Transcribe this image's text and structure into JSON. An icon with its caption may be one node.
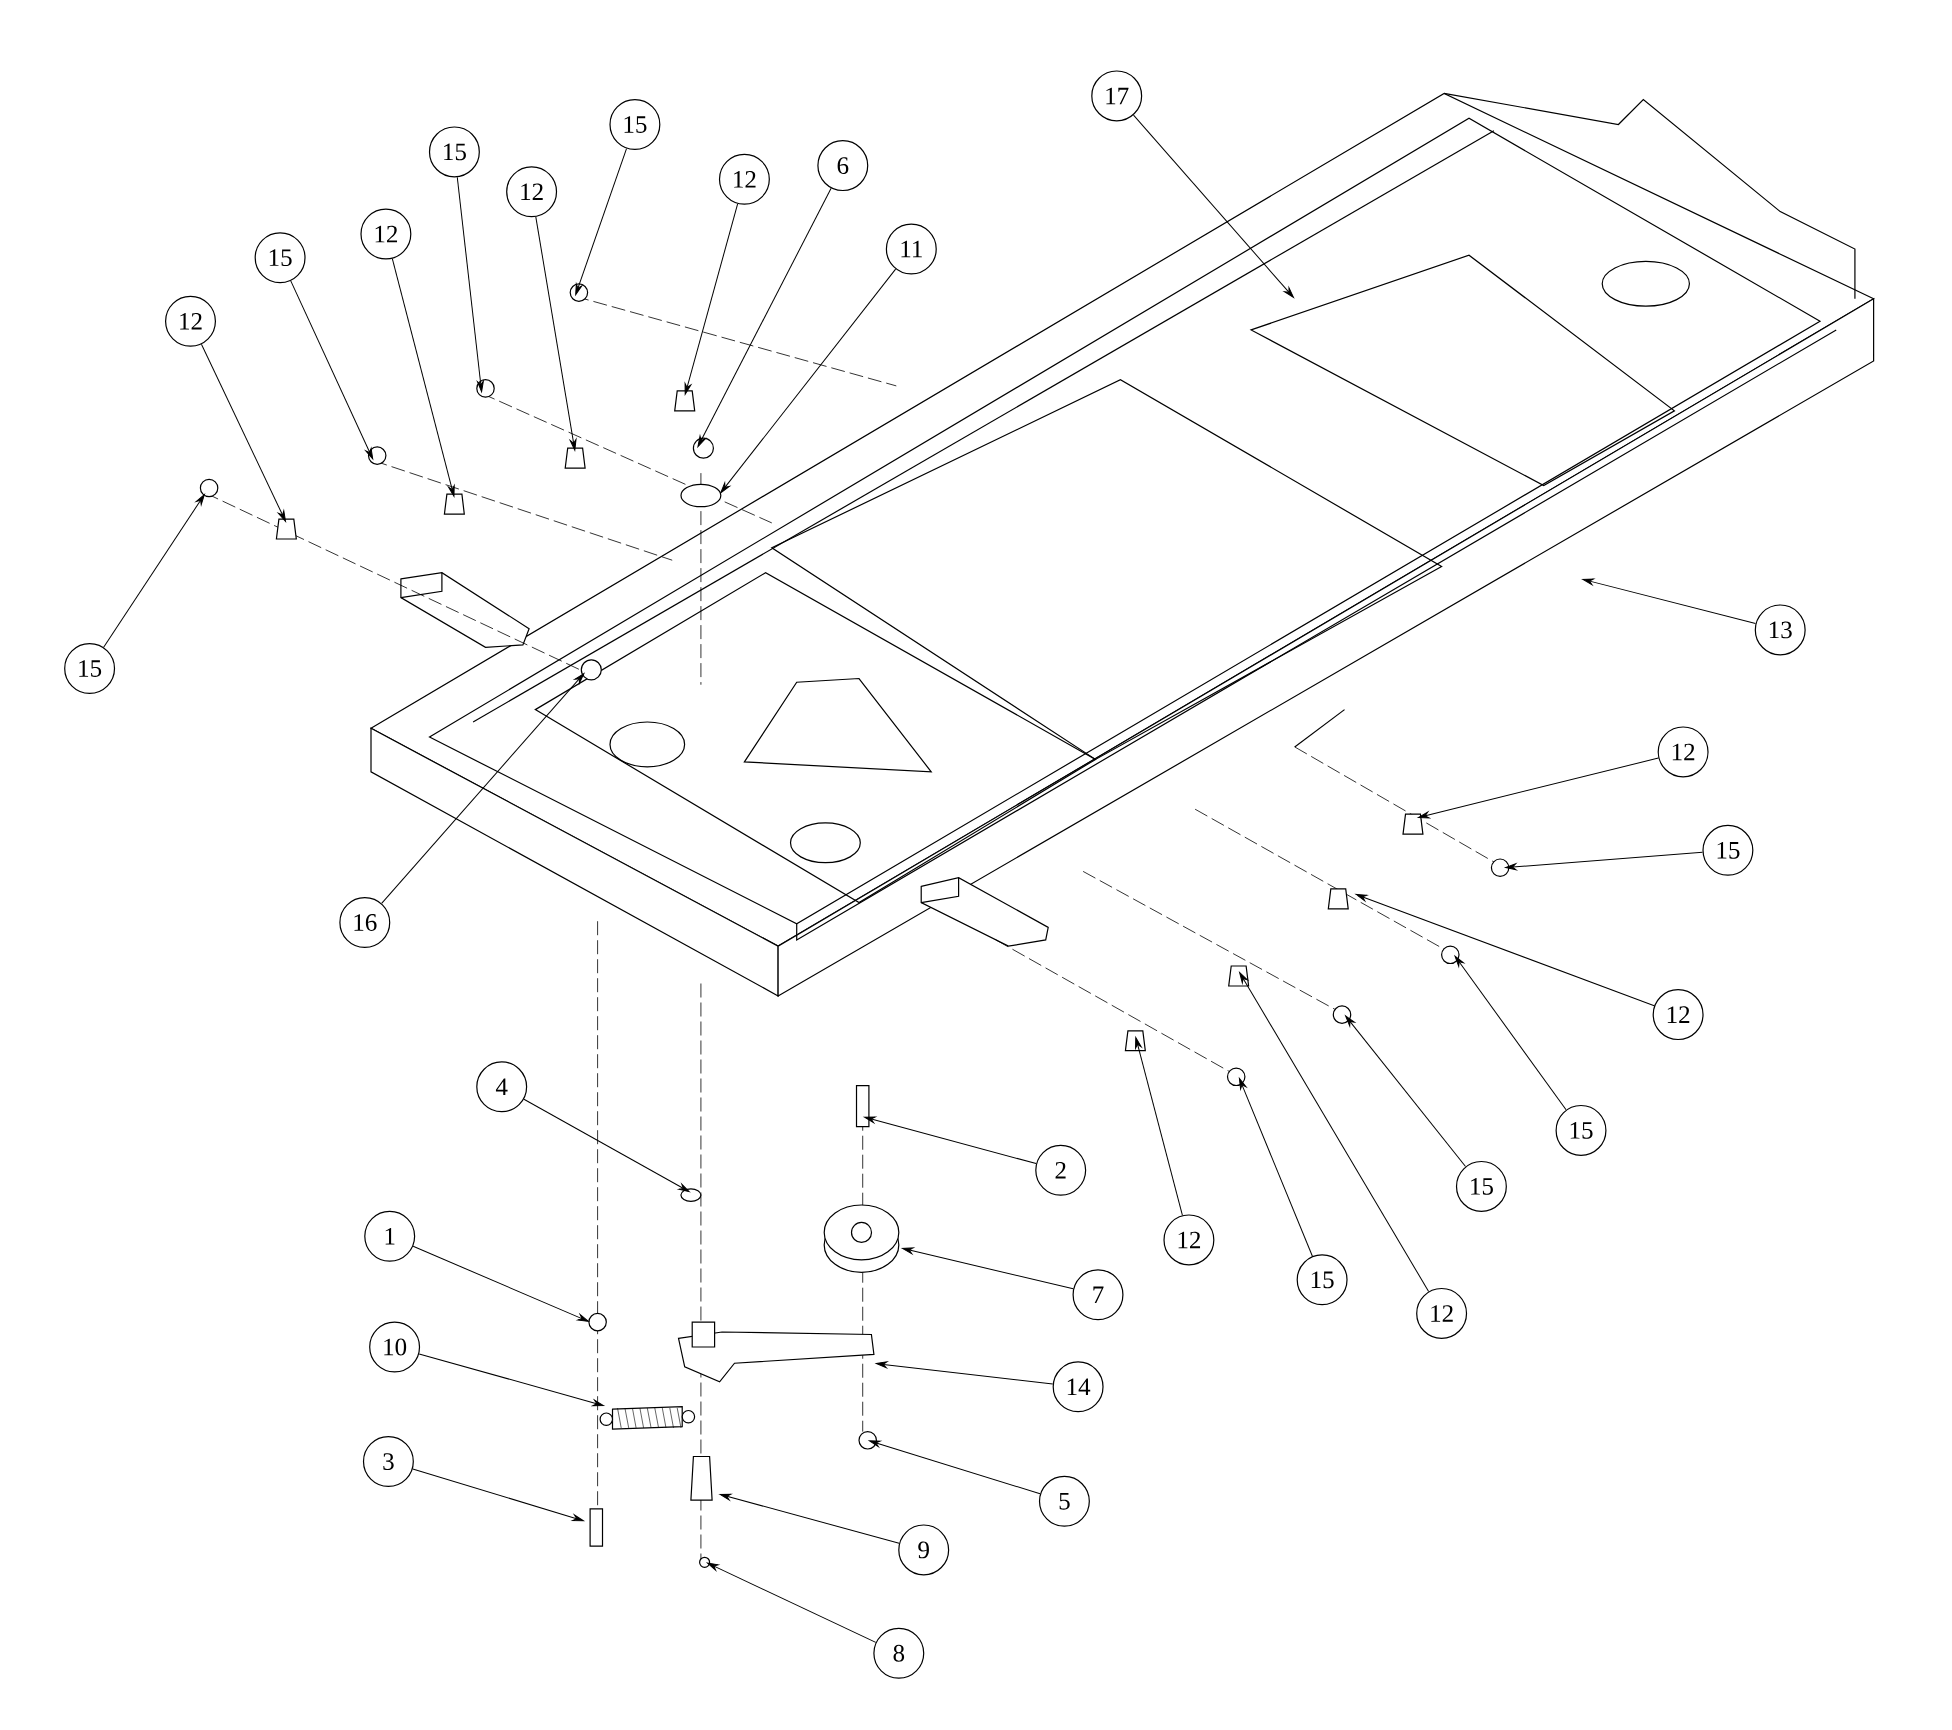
{
  "diagram": {
    "nodes": [
      {
        "text": [
          "15"
        ]
      },
      {
        "text": [
          "12"
        ]
      },
      {
        "text": [
          "6"
        ]
      },
      {
        "text": [
          "11"
        ]
      },
      {
        "text": [
          "15"
        ]
      },
      {
        "text": [
          "12"
        ]
      },
      {
        "text": [
          "15"
        ]
      },
      {
        "text": [
          "12"
        ]
      },
      {
        "text": [
          "12"
        ]
      },
      {
        "text": [
          "15"
        ]
      },
      {
        "text": [
          "17"
        ]
      },
      {
        "text": [
          "13"
        ]
      },
      {
        "text": [
          "16"
        ]
      },
      {
        "text": [
          "12"
        ]
      },
      {
        "text": [
          "15"
        ]
      },
      {
        "text": [
          "12"
        ]
      },
      {
        "text": [
          "15"
        ]
      },
      {
        "text": [
          "15"
        ]
      },
      {
        "text": [
          "12"
        ]
      },
      {
        "text": [
          "15"
        ]
      },
      {
        "text": [
          "12"
        ]
      },
      {
        "text": [
          "4"
        ]
      },
      {
        "text": [
          "2"
        ]
      },
      {
        "text": [
          "1"
        ]
      },
      {
        "text": [
          "7"
        ]
      },
      {
        "text": [
          "10"
        ]
      },
      {
        "text": [
          "14"
        ]
      },
      {
        "text": [
          "3"
        ]
      },
      {
        "text": [
          "5"
        ]
      },
      {
        "text": [
          "9"
        ]
      },
      {
        "text": [
          "8"
        ]
      },
      {
        "text": [],
        "shape": "picture"
      },
      {
        "text": [],
        "shape": "picture"
      },
      {
        "text": [],
        "shape": "picture"
      }
    ],
    "edges": [
      {
        "from": 0,
        "to": null,
        "arrow": "to"
      },
      {
        "from": 1,
        "to": null,
        "arrow": "to"
      },
      {
        "from": 2,
        "to": null,
        "arrow": "to"
      },
      {
        "from": 3,
        "to": null,
        "arrow": "to"
      },
      {
        "from": 4,
        "to": null,
        "arrow": "to"
      },
      {
        "from": 5,
        "to": null,
        "arrow": "to"
      },
      {
        "from": 6,
        "to": null,
        "arrow": "to"
      },
      {
        "from": 7,
        "to": null,
        "arrow": "to"
      },
      {
        "from": 8,
        "to": null,
        "arrow": "to"
      },
      {
        "from": 9,
        "to": null,
        "arrow": "to"
      },
      {
        "from": 10,
        "to": null,
        "arrow": "to"
      },
      {
        "from": 11,
        "to": null,
        "arrow": "to"
      },
      {
        "from": 12,
        "to": null,
        "arrow": "to"
      },
      {
        "from": 13,
        "to": null,
        "arrow": "to"
      },
      {
        "from": 14,
        "to": null,
        "arrow": "to"
      },
      {
        "from": 15,
        "to": null,
        "arrow": "to"
      },
      {
        "from": 16,
        "to": null,
        "arrow": "to"
      },
      {
        "from": 17,
        "to": null,
        "arrow": "to"
      },
      {
        "from": 18,
        "to": null,
        "arrow": "to"
      },
      {
        "from": 19,
        "to": null,
        "arrow": "to"
      },
      {
        "from": 20,
        "to": null,
        "arrow": "to"
      },
      {
        "from": 21,
        "to": null,
        "arrow": "to"
      },
      {
        "from": 22,
        "to": null,
        "arrow": "to"
      },
      {
        "from": 23,
        "to": null,
        "arrow": "to"
      },
      {
        "from": 24,
        "to": 31,
        "arrow": "to"
      },
      {
        "from": 25,
        "to": 33,
        "arrow": "to"
      },
      {
        "from": 26,
        "to": 32,
        "arrow": "to"
      },
      {
        "from": 27,
        "to": null,
        "arrow": "to"
      },
      {
        "from": 28,
        "to": null,
        "arrow": "to"
      },
      {
        "from": 29,
        "to": null,
        "arrow": "to"
      },
      {
        "from": 30,
        "to": null,
        "arrow": "to"
      }
    ]
  }
}
